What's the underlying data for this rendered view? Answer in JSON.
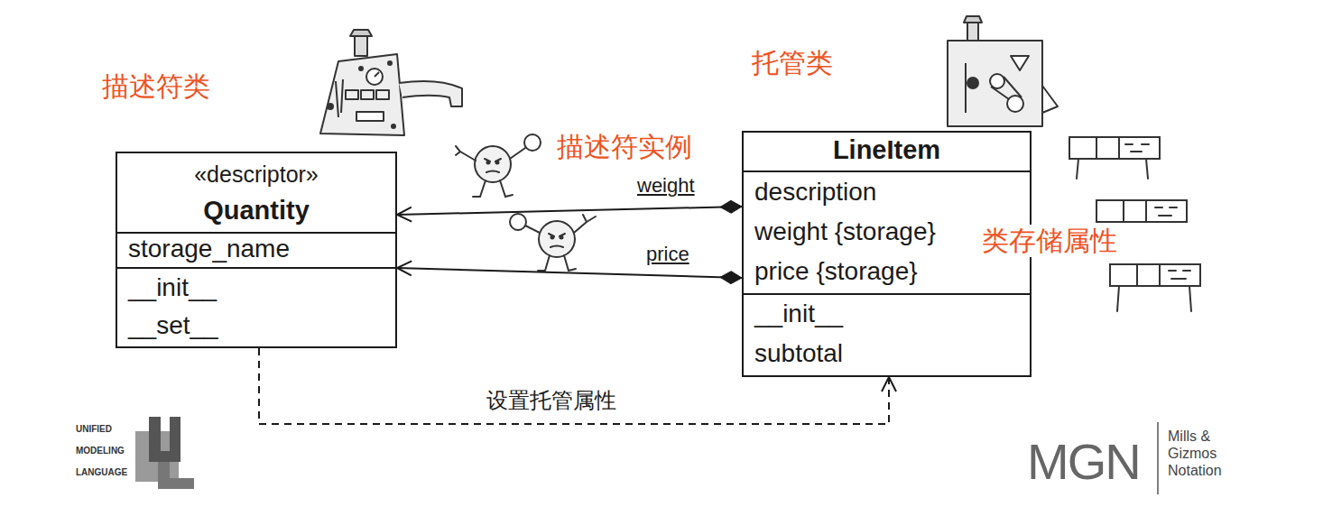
{
  "diagram": {
    "nodes": [
      {
        "text": [
          "«descriptor»",
          "Quantity",
          "storage_name",
          "__init__",
          "__set__"
        ]
      },
      {
        "text": [
          "LineItem",
          "description",
          "weight {storage}",
          "price {storage}",
          "__init__",
          "subtotal"
        ]
      }
    ],
    "edges": [
      {
        "from": 1,
        "to": 0,
        "arrow": "to",
        "label": "weight"
      },
      {
        "from": 1,
        "to": 0,
        "arrow": "to",
        "label": "price"
      },
      {
        "from": 0,
        "to": 1,
        "arrow": "to",
        "label": "设置托管属性"
      }
    ],
    "labels": [
      "描述符类",
      "托管类",
      "描述符实例",
      "类存储属性",
      "UNIFIED",
      "MODELING",
      "LANGUAGE",
      "MGN",
      "Mills &",
      "Gizmos",
      "Notation"
    ]
  }
}
